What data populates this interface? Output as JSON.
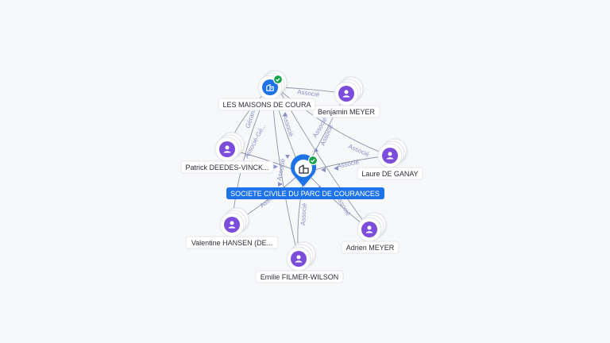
{
  "nodes": {
    "center": {
      "label": "SOCIETE CIVILE DU PARC DE COURANCES",
      "icon": "company-icon",
      "verified": true
    },
    "maisons": {
      "label": "LES MAISONS DE COURA",
      "icon": "company-icon",
      "verified": true
    },
    "benjamin": {
      "label": "Benjamin MEYER",
      "icon": "person-icon"
    },
    "patrick": {
      "label": "Patrick DEEDES-VINCK...",
      "icon": "person-icon"
    },
    "laure": {
      "label": "Laure DE GANAY",
      "icon": "person-icon"
    },
    "valentine": {
      "label": "Valentine HANSEN (DE...",
      "icon": "person-icon"
    },
    "adrien": {
      "label": "Adrien MEYER",
      "icon": "person-icon"
    },
    "emilie": {
      "label": "Emilie FILMER-WILSON",
      "icon": "person-icon"
    }
  },
  "edge_labels": {
    "associe": "Associé",
    "gerant": "Gérant",
    "associe_gerant": "Associé-Gé..."
  },
  "colors": {
    "person": "#7c4ddb",
    "company": "#1e73e8",
    "verified": "#17a34a",
    "edge": "#7b8394",
    "edge_label": "#8b8fc9"
  }
}
